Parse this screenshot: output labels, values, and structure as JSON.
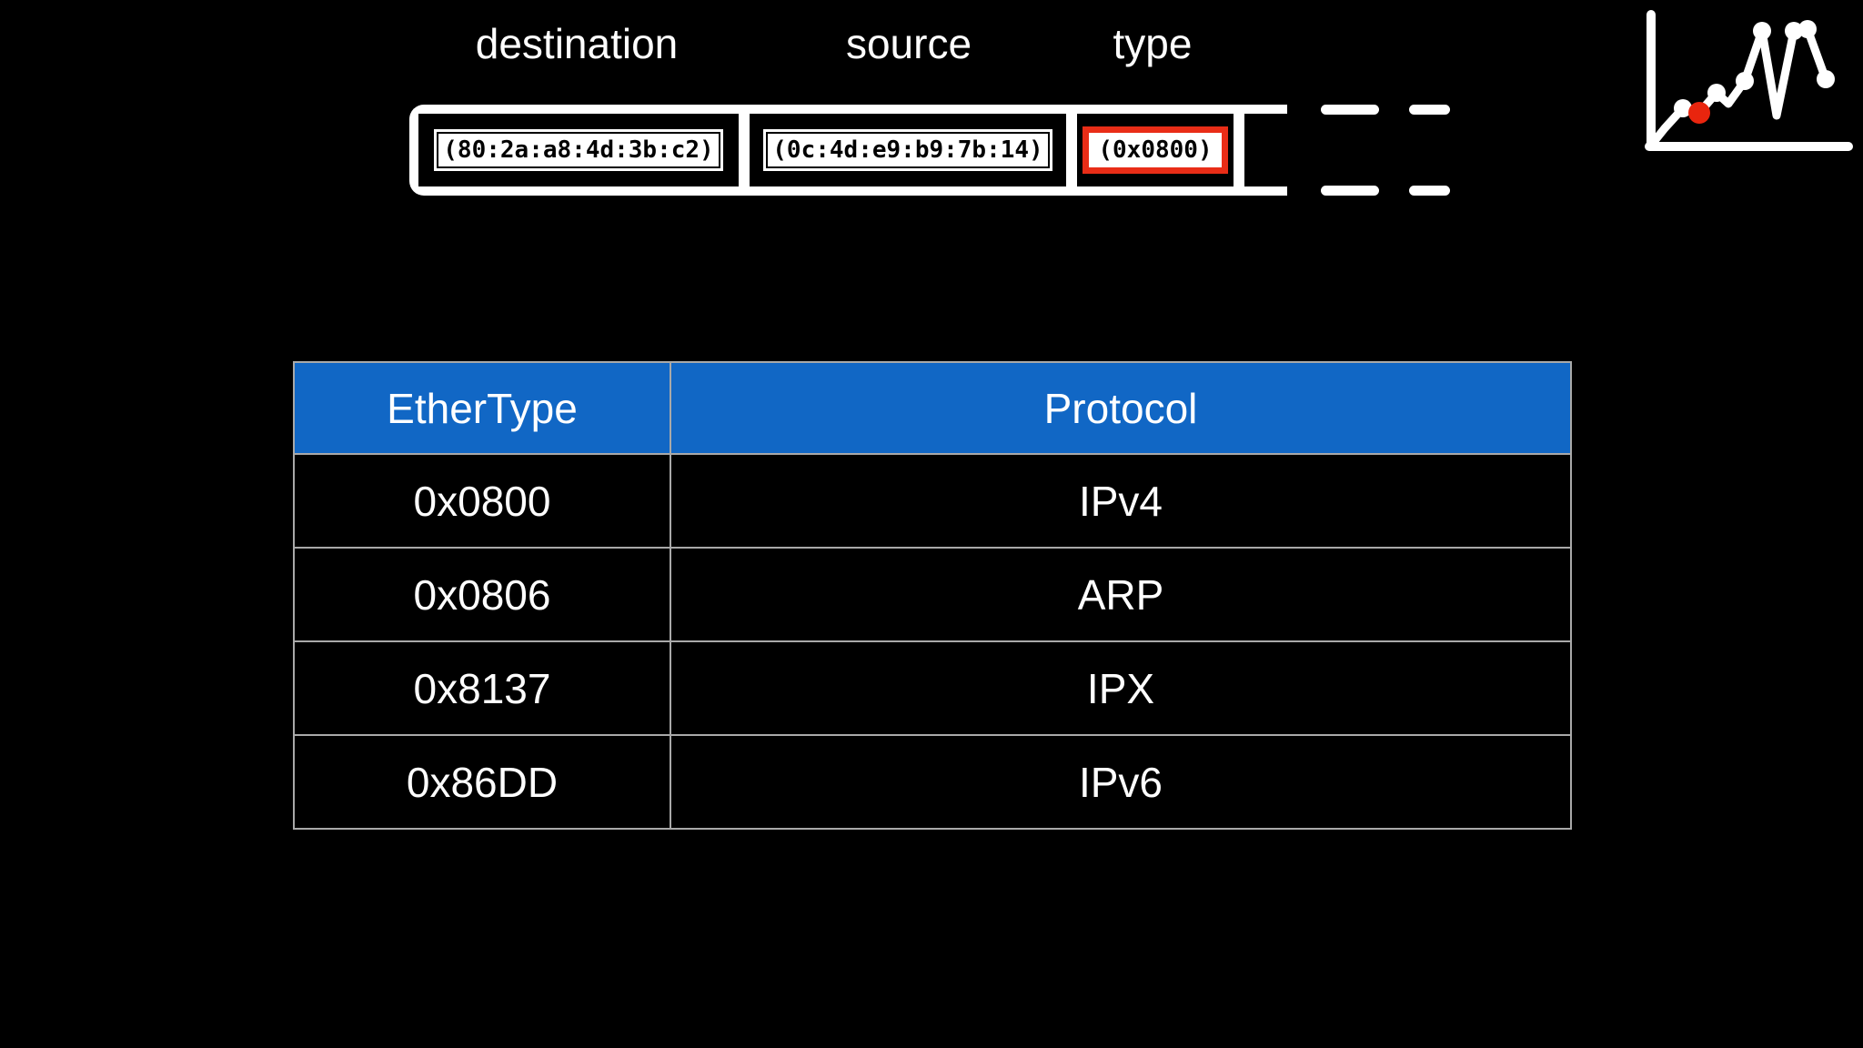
{
  "slide": {
    "background_color": "#000000"
  },
  "frame_diagram": {
    "fields": [
      {
        "label": "destination",
        "value": "(80:2a:a8:4d:3b:c2)",
        "highlighted": false
      },
      {
        "label": "source",
        "value": "(0c:4d:e9:b9:7b:14)",
        "highlighted": false
      },
      {
        "label": "type",
        "value": "(0x0800)",
        "highlighted": true
      }
    ],
    "continuation": "dashed-lines",
    "frame_border_color": "#ffffff",
    "highlight_color": "#e92d17"
  },
  "icons": {
    "line_chart": {
      "line_color": "#ffffff",
      "marker_color": "#ffffff",
      "highlight_dot_color": "#e9250e"
    }
  },
  "table": {
    "headers": [
      "EtherType",
      "Protocol"
    ],
    "rows": [
      [
        "0x0800",
        "IPv4"
      ],
      [
        "0x0806",
        "ARP"
      ],
      [
        "0x8137",
        "IPX"
      ],
      [
        "0x86DD",
        "IPv6"
      ]
    ],
    "header_bg": "#1167c5",
    "header_text_color": "#ffffff",
    "row_bg": "#000000",
    "row_text_color": "#ffffff",
    "grid_color": "#a9a9a9"
  }
}
